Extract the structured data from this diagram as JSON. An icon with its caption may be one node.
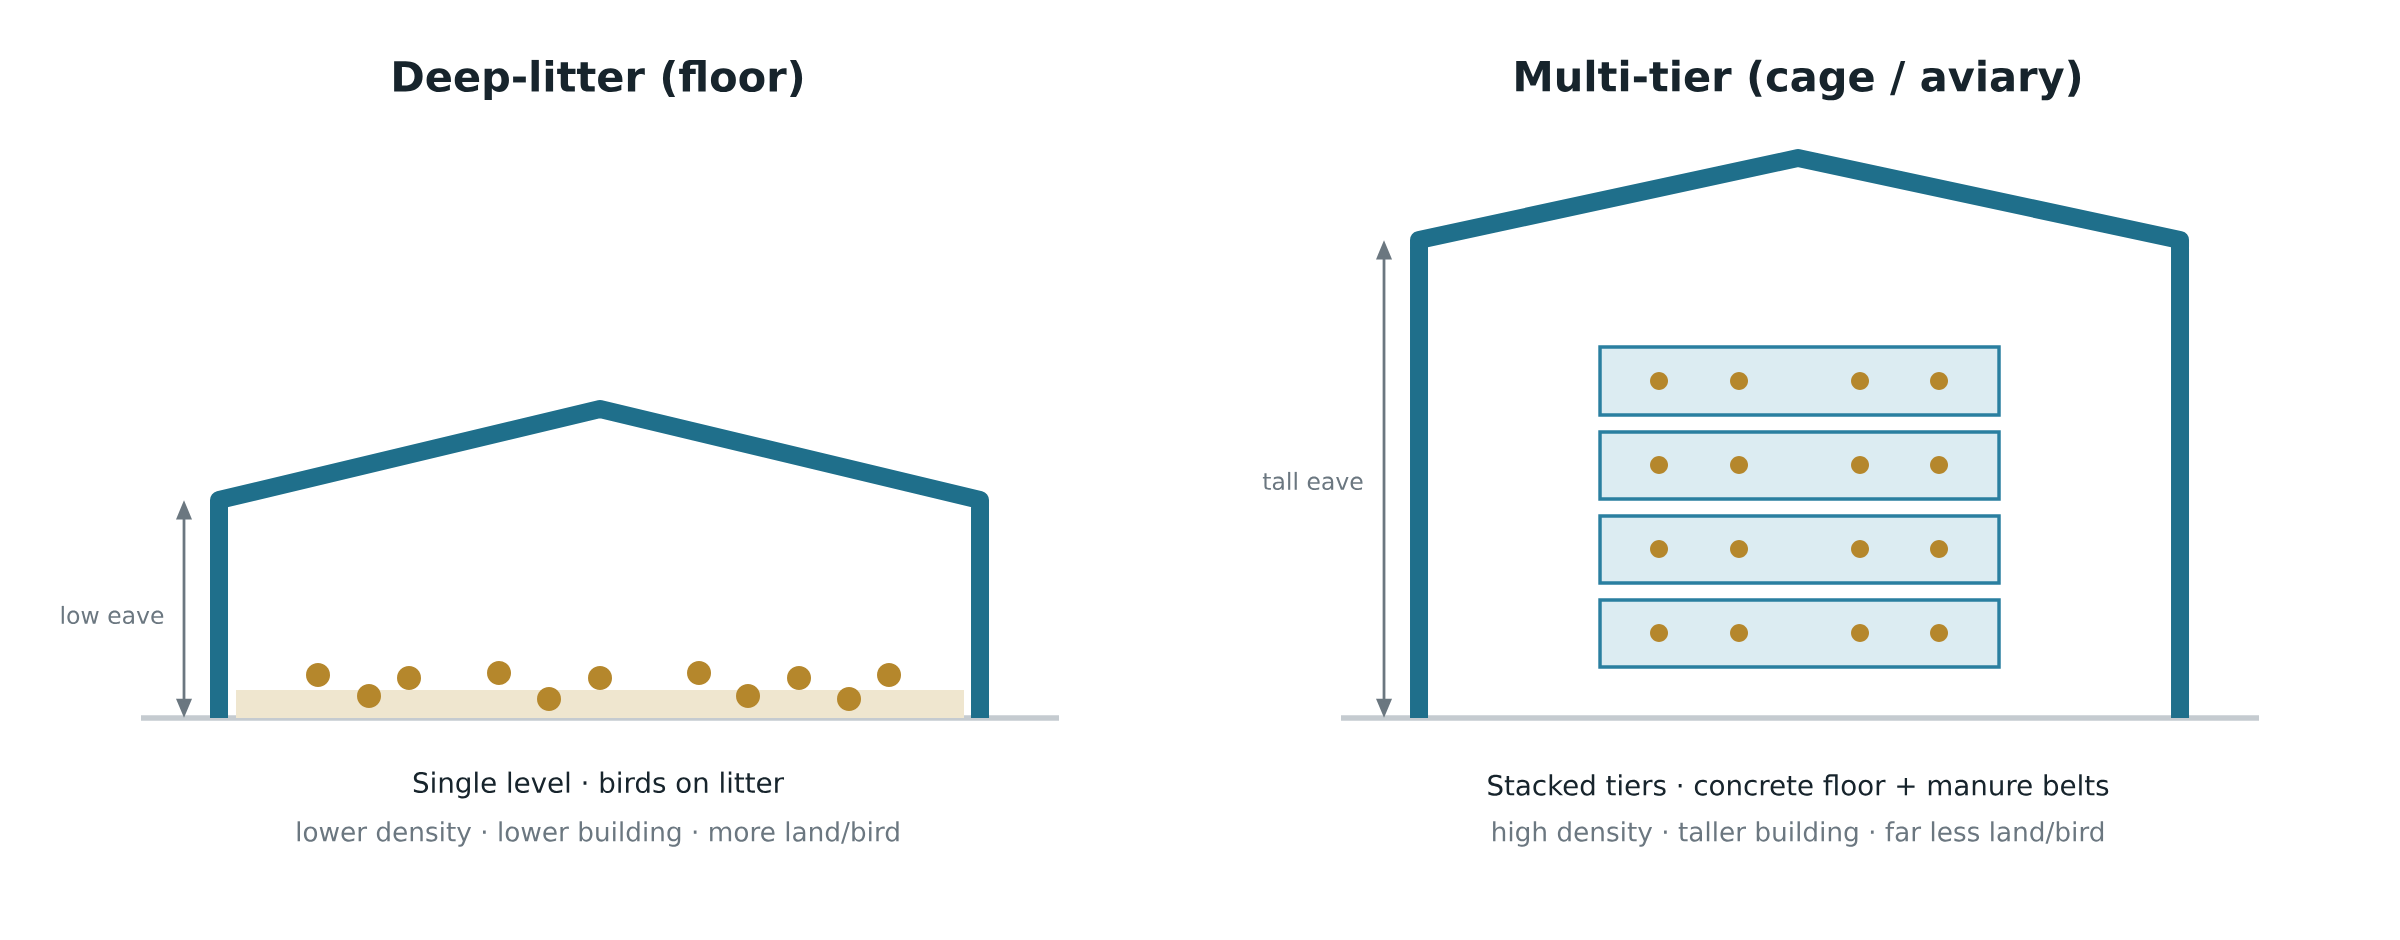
{
  "diagram": {
    "labels": [
      "Deep-litter (floor)",
      "Multi-tier (cage / aviary)",
      "low eave",
      "tall eave",
      "Single level · birds on litter",
      "lower density · lower building · more land/bird",
      "Stacked tiers · concrete floor + manure belts",
      "high density · taller building · far less land/bird"
    ]
  }
}
